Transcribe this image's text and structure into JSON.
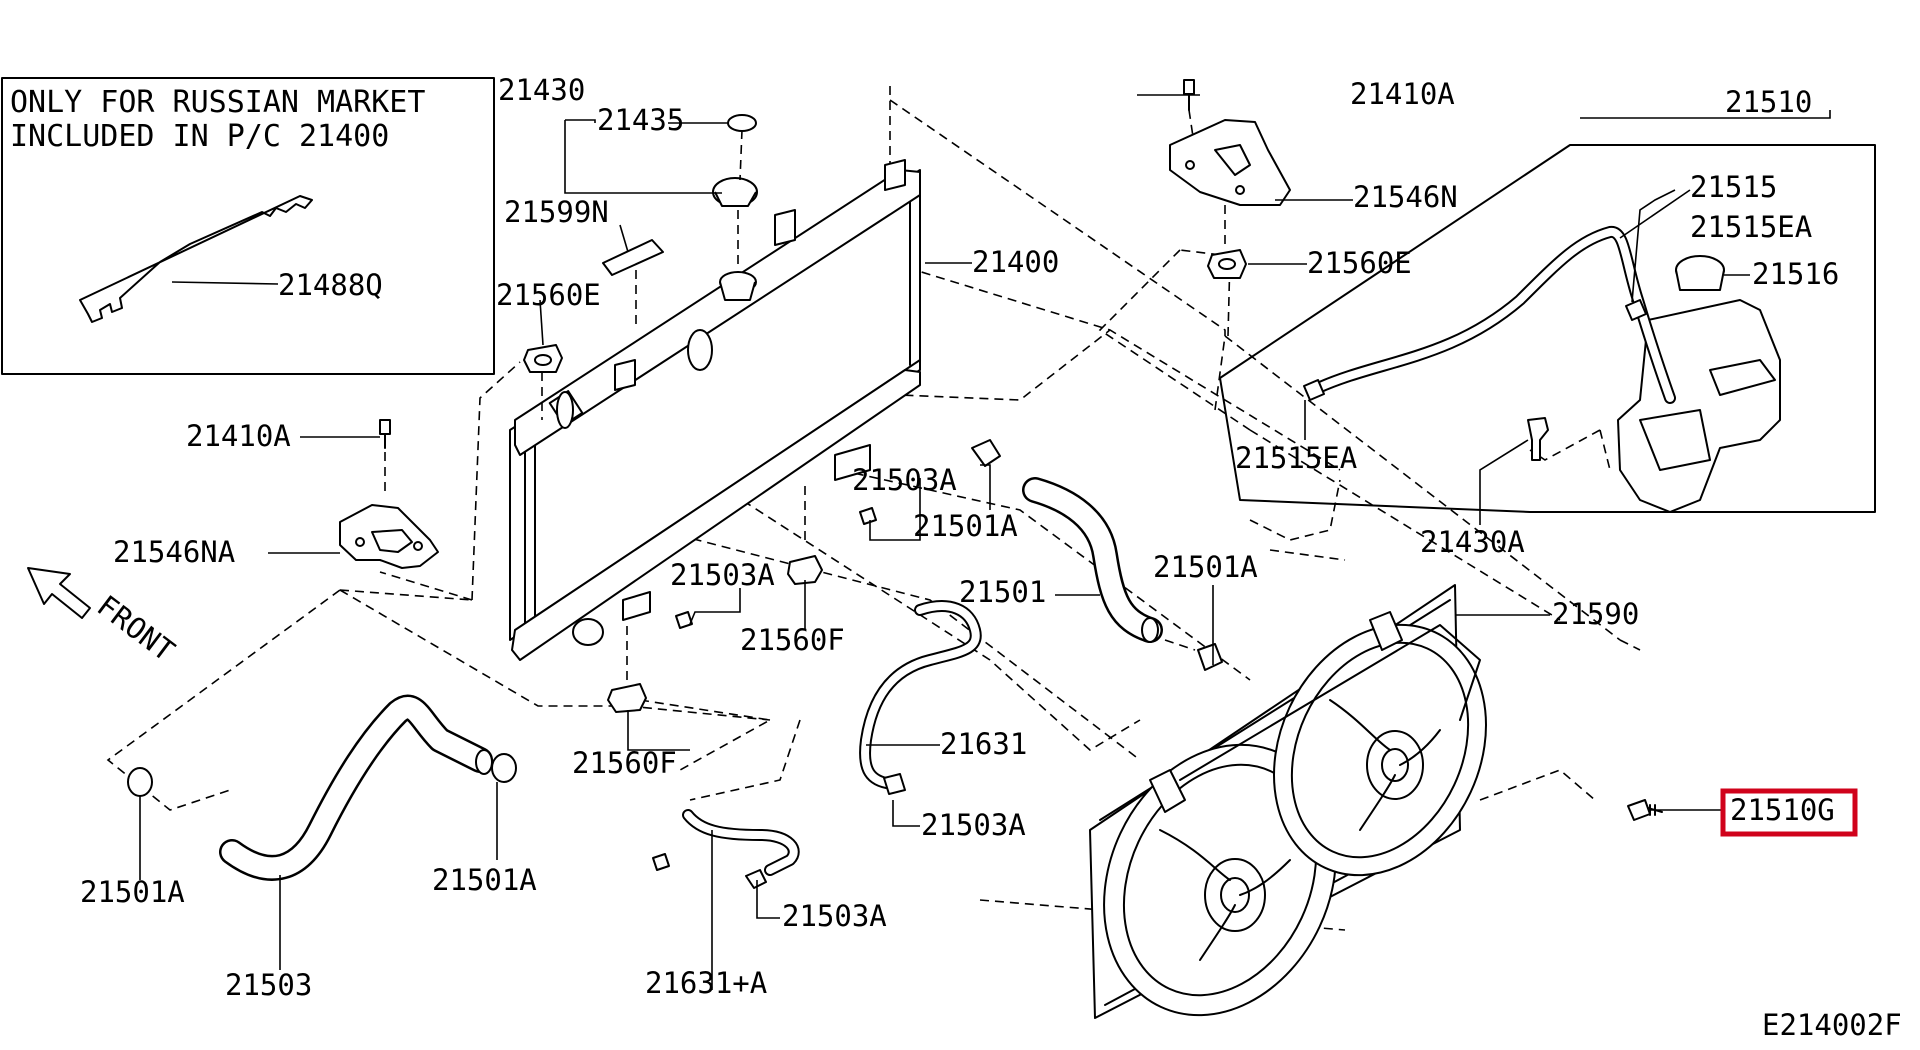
{
  "inset": {
    "line1": "ONLY FOR RUSSIAN MARKET",
    "line2": "INCLUDED IN P/C 21400",
    "part": "21488Q"
  },
  "front_label": "FRONT",
  "diagram_code": "E214002F",
  "highlight_color": "#d0021b",
  "labels": {
    "p21430": "21430",
    "p21435": "21435",
    "p21599N": "21599N",
    "p21560E_left": "21560E",
    "p21400": "21400",
    "p21410A_left": "21410A",
    "p21546NA": "21546NA",
    "p21503A_1": "21503A",
    "p21501A_1": "21501A",
    "p21503A_2": "21503A",
    "p21560F_1": "21560F",
    "p21501": "21501",
    "p21501A_2": "21501A",
    "p21560F_2": "21560F",
    "p21631": "21631",
    "p21503A_3": "21503A",
    "p21501A_left": "21501A",
    "p21501A_mid": "21501A",
    "p21503": "21503",
    "p21503A_4": "21503A",
    "p21631A": "21631+A",
    "p21410A_top": "21410A",
    "p21546N": "21546N",
    "p21560E_top": "21560E",
    "p21510": "21510",
    "p21515": "21515",
    "p21515EA_1": "21515EA",
    "p21516": "21516",
    "p21515EA_2": "21515EA",
    "p21430A": "21430A",
    "p21590": "21590",
    "p21510G": "21510G"
  },
  "highlighted_part": "21510G"
}
